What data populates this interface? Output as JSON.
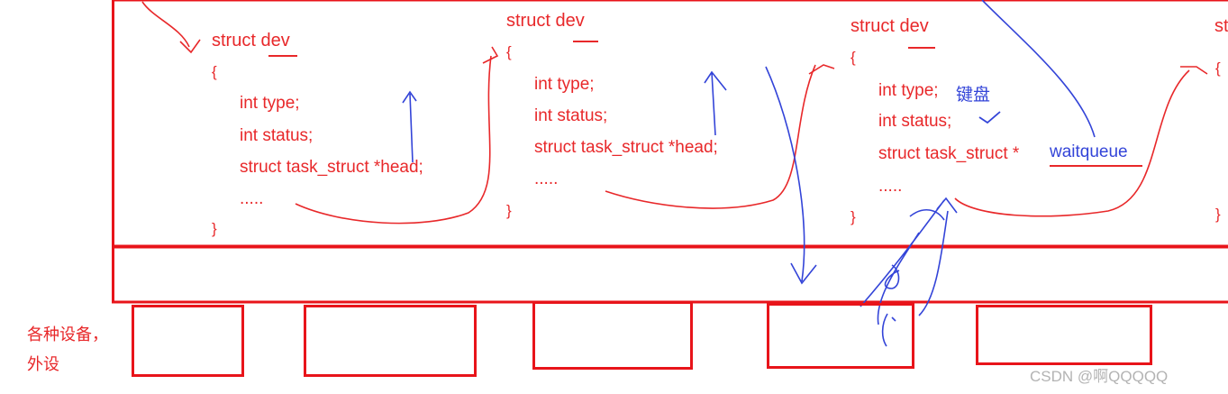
{
  "structs": [
    {
      "header": "struct dev",
      "open_brace": "{",
      "fields": [
        "int type;",
        "int status;",
        "struct task_struct *head;",
        "....."
      ],
      "close_brace": "}"
    },
    {
      "header": "struct dev",
      "open_brace": "{",
      "fields": [
        "int type;",
        "int status;",
        "struct task_struct *head;",
        "....."
      ],
      "close_brace": "}"
    },
    {
      "header": "struct dev",
      "open_brace": "{",
      "fields": [
        "int type;",
        "int status;",
        "struct task_struct *",
        "....."
      ],
      "close_brace": "}",
      "notes": {
        "type": "键盘",
        "queue": "waitqueue"
      }
    },
    {
      "header_partial": "st",
      "open_brace": "{",
      "close_brace": "}"
    }
  ],
  "devices_label": [
    "各种设备，",
    "外设"
  ],
  "watermark": "CSDN @啊QQQQQ",
  "colors": {
    "red": "#e8282a",
    "blue": "#3344d8"
  }
}
